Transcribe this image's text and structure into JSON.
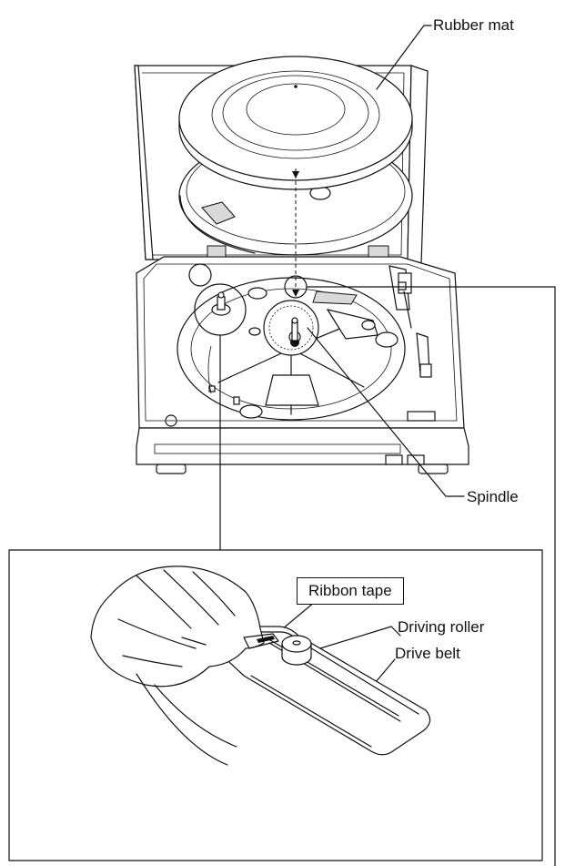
{
  "labels": {
    "rubber_mat": "Rubber mat",
    "spindle": "Spindle",
    "ribbon_tape": "Ribbon tape",
    "driving_roller": "Driving roller",
    "drive_belt": "Drive belt"
  },
  "colors": {
    "line": "#111111",
    "background": "#ffffff",
    "shade": "#d9d9d9"
  }
}
